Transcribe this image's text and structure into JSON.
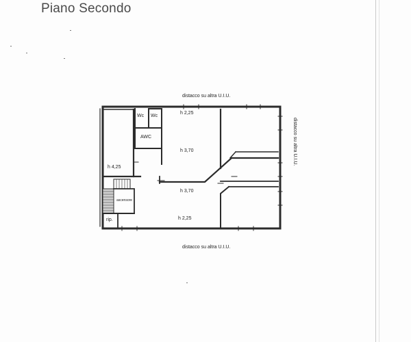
{
  "title": "Piano Secondo",
  "plan": {
    "top_note": "distacco su altra U.I.U.",
    "bottom_note": "distacco su altra U.I.U.",
    "right_note": "distacco su altra U.I.U.",
    "rooms": {
      "wc1": "Wc",
      "wc2": "Wc",
      "awc": "AWC",
      "height_top": "h 2,25",
      "height_main": "h 3,70",
      "height_stair": "h 4,25",
      "height_lower": "h 3,70",
      "height_bottom": "h 2,25",
      "lift": "ascensore",
      "storage": "rip."
    }
  },
  "colors": {
    "wall": "#2b2b2b",
    "stair_fill": "#cfcfcf",
    "text": "#222222"
  }
}
